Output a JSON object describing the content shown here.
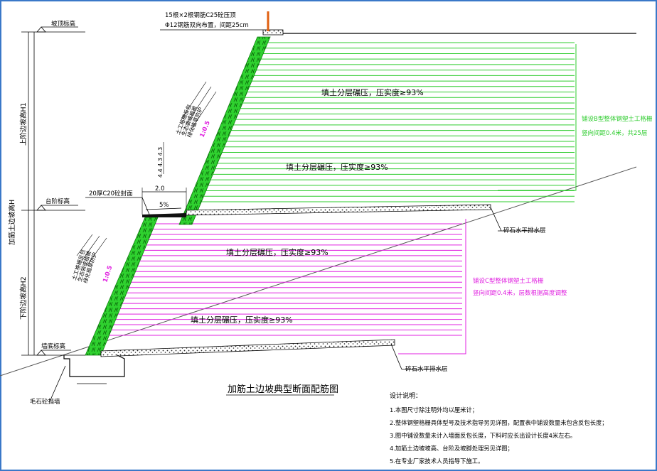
{
  "title": "加筋土边坡典型断面配筋图",
  "top_note": {
    "line1": "15根×2根钢筋C25砼压顶",
    "line2": "Φ12钢筋双向布置，间距25cm"
  },
  "labels": {
    "slope_top": "坡顶标高",
    "platform": "台阶标高",
    "wall_base": "墙底标高",
    "rubble_wall": "毛石砼挡墙",
    "upper_height": "上阶边坡高H1",
    "lower_height": "下阶边坡高H2",
    "total_height": "加筋土边坡高H",
    "cap_layer": "20厚C20砼封面",
    "platform_width": "2.0",
    "platform_slope": "5%",
    "spacing_upper": "4.4 4.3 4.3",
    "drain_upper": "碎石水平排水层",
    "drain_lower": "碎石水平排水层",
    "fill_1": "填土分层碾压，压实度≥93%",
    "fill_2": "填土分层碾压，压实度≥93%",
    "fill_3": "填土分层碾压，压实度≥93%",
    "fill_4": "填土分层碾压，压实度≥93%",
    "face_upper_1": "土工格栅反包",
    "face_upper_2": "生态袋或植被",
    "face_upper_3": "绿化植草防护",
    "face_upper_ratio": "1:0.5",
    "face_lower_1": "土工格栅反包",
    "face_lower_2": "生态袋或植被",
    "face_lower_3": "绿化植草防护",
    "face_lower_ratio": "1:0.5",
    "geogrid_b_1": "铺设B型整体钢塑土工格栅",
    "geogrid_b_2": "竖向间距0.4米，共25层",
    "geogrid_c_1": "铺设C型整体钢塑土工格栅",
    "geogrid_c_2": "竖向间距0.4米，层数根据高度调整"
  },
  "notes": {
    "heading": "设计说明：",
    "items": [
      "1.本图尺寸除注明外均以厘米计；",
      "2.整体钢塑格栅具体型号及技术指导另见详图，配置表中铺设数量未包含反包长度；",
      "3.图中铺设数量未计入墙面反包长度，下料时应长出设计长度4米左右。",
      "4.加筋土边坡坡高、台阶及坡脚处理另见详图；",
      "5.在专业厂家技术人员指导下施工。"
    ]
  },
  "colors": {
    "upper_grid": "#2ecc2e",
    "lower_grid": "#e020e0",
    "face": "#1fbf1f",
    "drain": "#222222",
    "cap": "#e06010"
  }
}
